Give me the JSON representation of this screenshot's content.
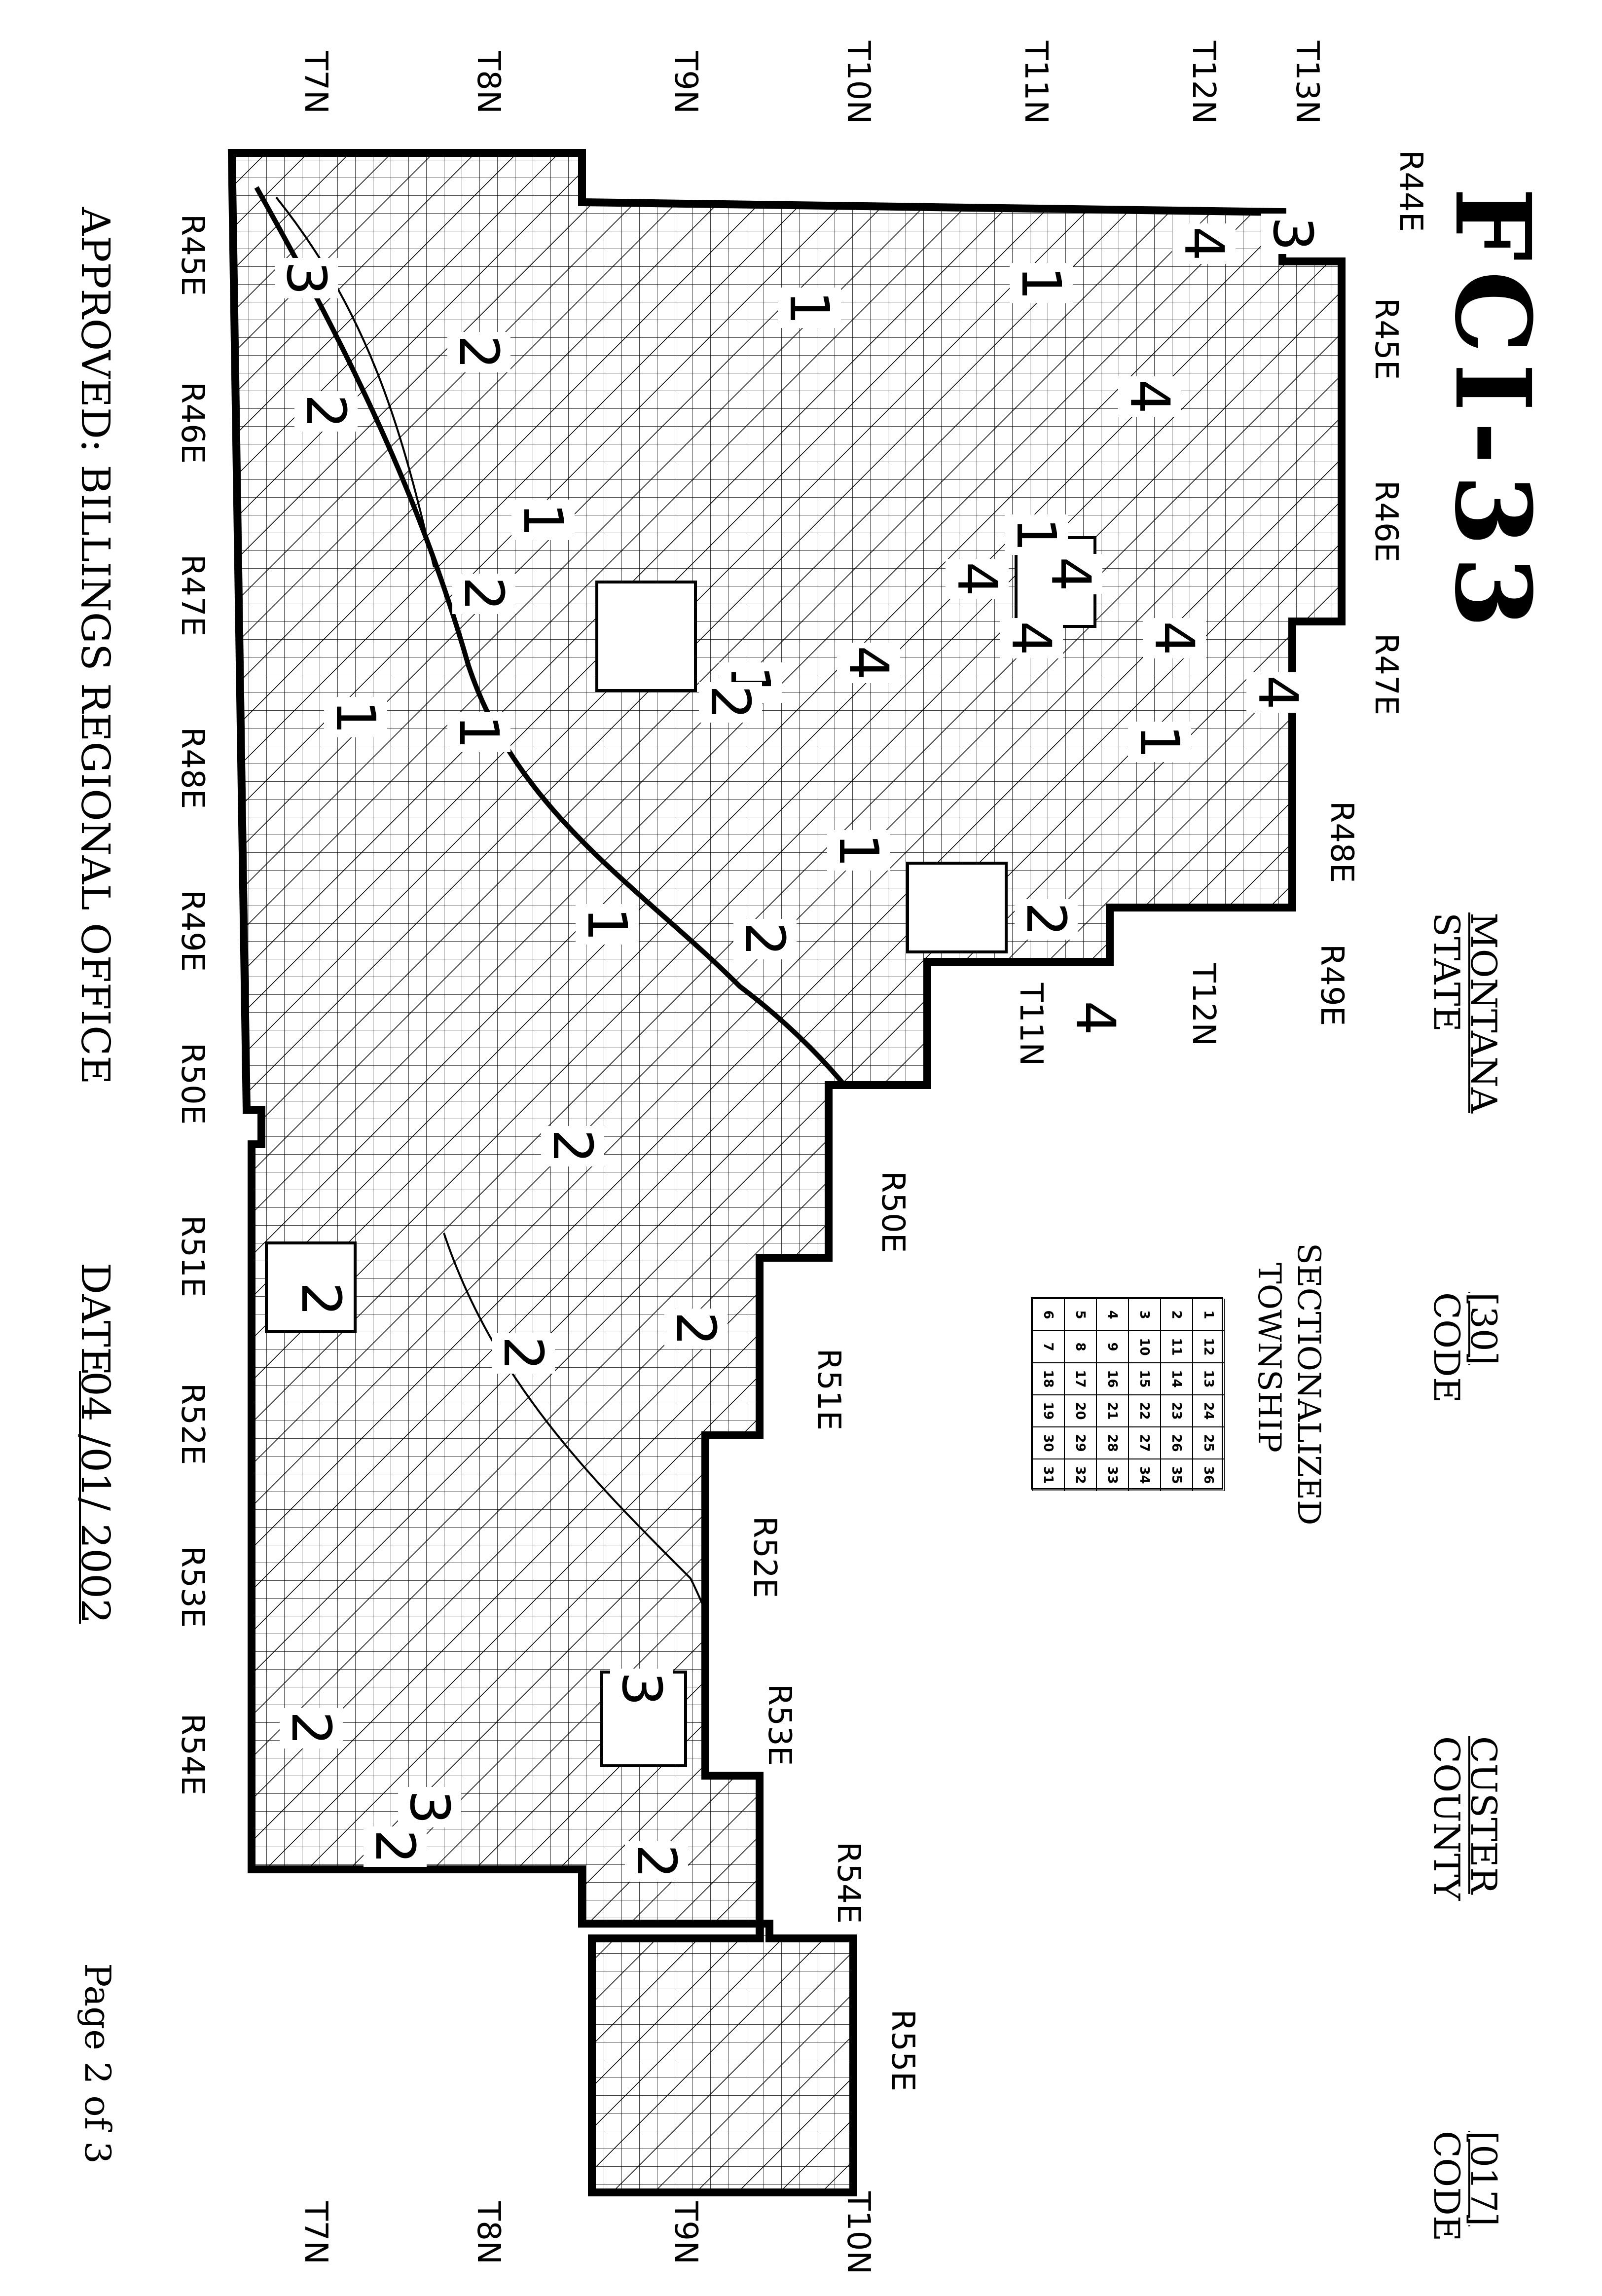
{
  "header": {
    "title": "FCI-33",
    "state_label": "MONTANA",
    "state_sub": "STATE",
    "state_code": "[30]",
    "state_code_label": "CODE",
    "county_label": "CUSTER",
    "county_sub": "COUNTY",
    "county_code": "[017]",
    "county_code_label": "CODE"
  },
  "legend": {
    "title1": "SECTIONALIZED",
    "title2": "TOWNSHIP",
    "grid": [
      [
        "6",
        "5",
        "4",
        "3",
        "2",
        "1"
      ],
      [
        "7",
        "8",
        "9",
        "10",
        "11",
        "12"
      ],
      [
        "18",
        "17",
        "16",
        "15",
        "14",
        "13"
      ],
      [
        "19",
        "20",
        "21",
        "22",
        "23",
        "24"
      ],
      [
        "30",
        "29",
        "28",
        "27",
        "26",
        "25"
      ],
      [
        "31",
        "32",
        "33",
        "34",
        "35",
        "36"
      ]
    ]
  },
  "footer": {
    "approved": "APPROVED: BILLINGS REGIONAL OFFICE",
    "date_label": "DATE",
    "date_value": "04 /01/ 2002",
    "page": "Page 2 of 3"
  },
  "ranges_top": [
    "R44E",
    "R45E",
    "R46E",
    "R47E",
    "R48E",
    "R49E",
    "R50E",
    "R51E",
    "R52E",
    "R53E",
    "R54E",
    "R55E"
  ],
  "ranges_bottom": [
    "R45E",
    "R46E",
    "R47E",
    "R48E",
    "R49E",
    "R50E",
    "R51E",
    "R52E",
    "R53E",
    "R54E"
  ],
  "townships_left": [
    "T7N",
    "T8N",
    "T9N",
    "T10N",
    "T11N",
    "T12N",
    "T13N"
  ],
  "townships_mid": [
    "T12N",
    "T11N"
  ],
  "townships_right": [
    "T7N",
    "T8N",
    "T9N",
    "T10N"
  ],
  "zone_codes": [
    "1",
    "1",
    "1",
    "1",
    "1",
    "1",
    "1",
    "1",
    "1",
    "1",
    "2",
    "2",
    "2",
    "2",
    "2",
    "2",
    "2",
    "2",
    "2",
    "2",
    "2",
    "2",
    "2",
    "3",
    "3",
    "3",
    "3",
    "4",
    "4",
    "4",
    "4",
    "4",
    "4",
    "4",
    "4",
    "4"
  ],
  "colors": {
    "ink": "#000000",
    "paper": "#ffffff"
  }
}
